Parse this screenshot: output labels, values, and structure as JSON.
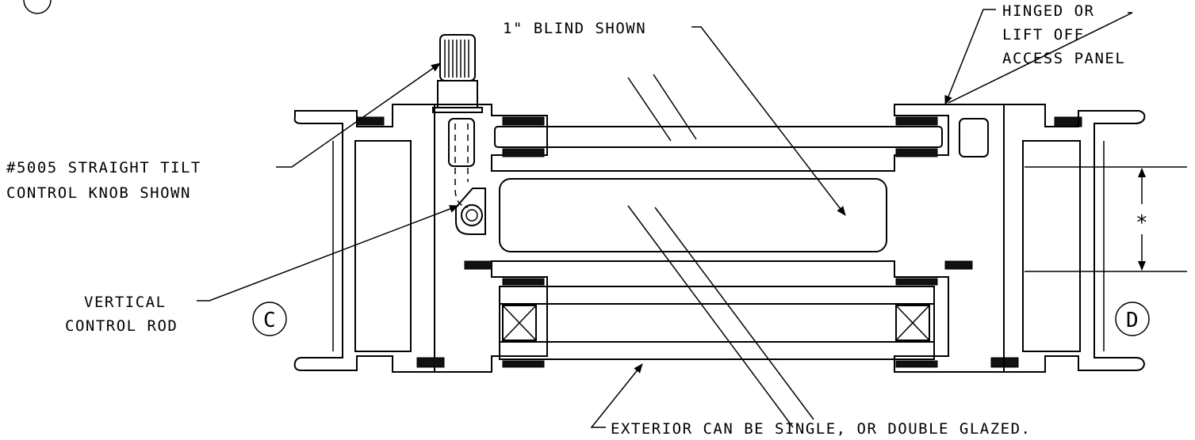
{
  "labels": {
    "blind_shown": "1\" BLIND SHOWN",
    "hinged_line1": "HINGED OR",
    "hinged_line2": "LIFT OFF",
    "hinged_line3": "ACCESS PANEL",
    "knob_line1": "#5005 STRAIGHT TILT",
    "knob_line2": "CONTROL KNOB SHOWN",
    "rod_line1": "VERTICAL",
    "rod_line2": "CONTROL ROD",
    "exterior": "EXTERIOR CAN BE SINGLE, OR DOUBLE GLAZED.",
    "dimension_mark": "*",
    "section_c": "C",
    "section_d": "D"
  }
}
